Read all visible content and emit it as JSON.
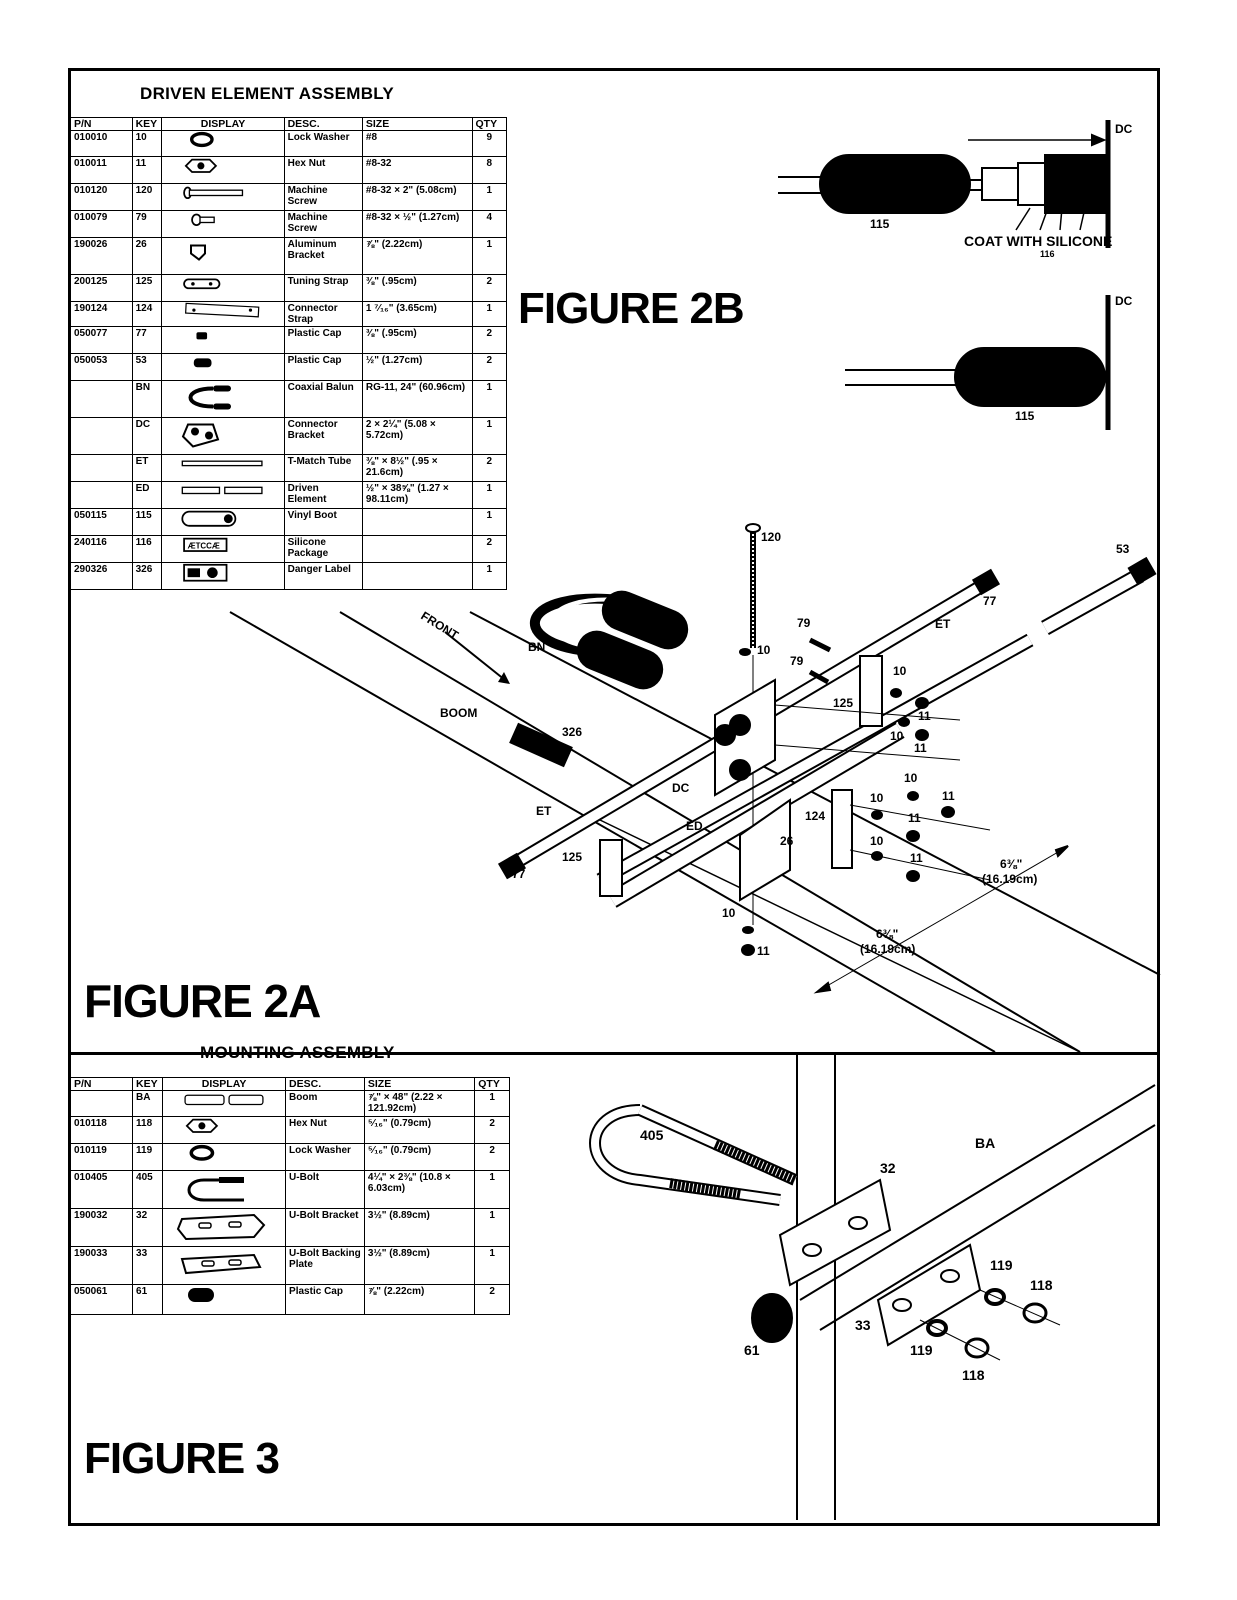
{
  "figure_2a": {
    "section_title": "DRIVEN ELEMENT ASSEMBLY",
    "figure_label": "FIGURE 2A",
    "table_headers": [
      "P/N",
      "KEY",
      "DISPLAY",
      "DESC.",
      "SIZE",
      "QTY"
    ],
    "rows": [
      {
        "pn": "010010",
        "key": "10",
        "display_icon": "lock-washer-icon",
        "desc": "Lock Washer",
        "size": "#8",
        "qty": "9"
      },
      {
        "pn": "010011",
        "key": "11",
        "display_icon": "hex-nut-icon",
        "desc": "Hex Nut",
        "size": "#8-32",
        "qty": "8"
      },
      {
        "pn": "010120",
        "key": "120",
        "display_icon": "machine-screw-long-icon",
        "desc": "Machine Screw",
        "size": "#8-32 × 2\" (5.08cm)",
        "qty": "1"
      },
      {
        "pn": "010079",
        "key": "79",
        "display_icon": "machine-screw-short-icon",
        "desc": "Machine Screw",
        "size": "#8-32 × ½\" (1.27cm)",
        "qty": "4"
      },
      {
        "pn": "190026",
        "key": "26",
        "display_icon": "aluminum-bracket-icon",
        "desc": "Aluminum Bracket",
        "size": "⅞\" (2.22cm)",
        "qty": "1"
      },
      {
        "pn": "200125",
        "key": "125",
        "display_icon": "tuning-strap-icon",
        "desc": "Tuning Strap",
        "size": "⅜\" (.95cm)",
        "qty": "2"
      },
      {
        "pn": "190124",
        "key": "124",
        "display_icon": "connector-strap-icon",
        "desc": "Connector Strap",
        "size": "1 ⁷⁄₁₆\" (3.65cm)",
        "qty": "1"
      },
      {
        "pn": "050077",
        "key": "77",
        "display_icon": "plastic-cap-small-icon",
        "desc": "Plastic Cap",
        "size": "⅜\" (.95cm)",
        "qty": "2"
      },
      {
        "pn": "050053",
        "key": "53",
        "display_icon": "plastic-cap-medium-icon",
        "desc": "Plastic Cap",
        "size": "½\" (1.27cm)",
        "qty": "2"
      },
      {
        "pn": "",
        "key": "BN",
        "display_icon": "coaxial-balun-icon",
        "desc": "Coaxial Balun",
        "size": "RG-11, 24\" (60.96cm)",
        "qty": "1"
      },
      {
        "pn": "",
        "key": "DC",
        "display_icon": "connector-bracket-icon",
        "desc": "Connector Bracket",
        "size": "2 × 2¼\" (5.08 × 5.72cm)",
        "qty": "1"
      },
      {
        "pn": "",
        "key": "ET",
        "display_icon": "t-match-tube-icon",
        "desc": "T-Match Tube",
        "size": "⅜\" × 8½\" (.95 × 21.6cm)",
        "qty": "2"
      },
      {
        "pn": "",
        "key": "ED",
        "display_icon": "driven-element-icon",
        "desc": "Driven Element",
        "size": "½\" × 38⅝\" (1.27 × 98.11cm)",
        "qty": "1"
      },
      {
        "pn": "050115",
        "key": "115",
        "display_icon": "vinyl-boot-icon",
        "desc": "Vinyl Boot",
        "size": "",
        "qty": "1"
      },
      {
        "pn": "240116",
        "key": "116",
        "display_icon": "silicone-package-icon",
        "desc": "Silicone Package",
        "size": "",
        "qty": "2"
      },
      {
        "pn": "290326",
        "key": "326",
        "display_icon": "danger-label-icon",
        "desc": "Danger Label",
        "size": "",
        "qty": "1"
      }
    ],
    "callouts": {
      "c120": "120",
      "c53": "53",
      "c77a": "77",
      "c77b": "77",
      "cET1": "ET",
      "cET2": "ET",
      "c79a": "79",
      "c79b": "79",
      "c10a": "10",
      "c10b": "10",
      "c10c": "10",
      "c10d": "10",
      "c10e": "10",
      "c10f": "10",
      "c10g": "10",
      "c11a": "11",
      "c11b": "11",
      "c11c": "11",
      "c11d": "11",
      "c11e": "11",
      "c11f": "11",
      "c125a": "125",
      "c125b": "125",
      "c124": "124",
      "c26": "26",
      "cBN": "BN",
      "cDC": "DC",
      "cED": "ED",
      "c326": "326",
      "front": "FRONT",
      "boom": "BOOM",
      "dim1_value": "6⅜\"",
      "dim1_cm": "(16.19cm)",
      "dim2_value": "6⅜\"",
      "dim2_cm": "(16.19cm)"
    }
  },
  "figure_2b": {
    "figure_label": "FIGURE 2B",
    "dc_top": "DC",
    "dc_bottom": "DC",
    "c115_top": "115",
    "c115_bottom": "115",
    "coat_label": "COAT WITH SILICONE",
    "c116": "116"
  },
  "figure_3": {
    "section_title": "MOUNTING ASSEMBLY",
    "figure_label": "FIGURE 3",
    "table_headers": [
      "P/N",
      "KEY",
      "DISPLAY",
      "DESC.",
      "SIZE",
      "QTY"
    ],
    "rows": [
      {
        "pn": "",
        "key": "BA",
        "display_icon": "boom-icon",
        "desc": "Boom",
        "size": "⅞\" × 48\" (2.22 × 121.92cm)",
        "qty": "1"
      },
      {
        "pn": "010118",
        "key": "118",
        "display_icon": "hex-nut-icon",
        "desc": "Hex Nut",
        "size": "⁵⁄₁₆\" (0.79cm)",
        "qty": "2"
      },
      {
        "pn": "010119",
        "key": "119",
        "display_icon": "lock-washer-icon",
        "desc": "Lock Washer",
        "size": "⁵⁄₁₆\" (0.79cm)",
        "qty": "2"
      },
      {
        "pn": "010405",
        "key": "405",
        "display_icon": "u-bolt-icon",
        "desc": "U-Bolt",
        "size": "4¼\" × 2⅜\" (10.8 × 6.03cm)",
        "qty": "1"
      },
      {
        "pn": "190032",
        "key": "32",
        "display_icon": "u-bolt-bracket-icon",
        "desc": "U-Bolt Bracket",
        "size": "3½\" (8.89cm)",
        "qty": "1"
      },
      {
        "pn": "190033",
        "key": "33",
        "display_icon": "u-bolt-backing-plate-icon",
        "desc": "U-Bolt Backing Plate",
        "size": "3½\" (8.89cm)",
        "qty": "1"
      },
      {
        "pn": "050061",
        "key": "61",
        "display_icon": "plastic-cap-large-icon",
        "desc": "Plastic Cap",
        "size": "⅞\" (2.22cm)",
        "qty": "2"
      }
    ],
    "callouts": {
      "c405": "405",
      "c32": "32",
      "cBA": "BA",
      "c119a": "119",
      "c119b": "119",
      "c118a": "118",
      "c118b": "118",
      "c33": "33",
      "c61": "61"
    }
  }
}
